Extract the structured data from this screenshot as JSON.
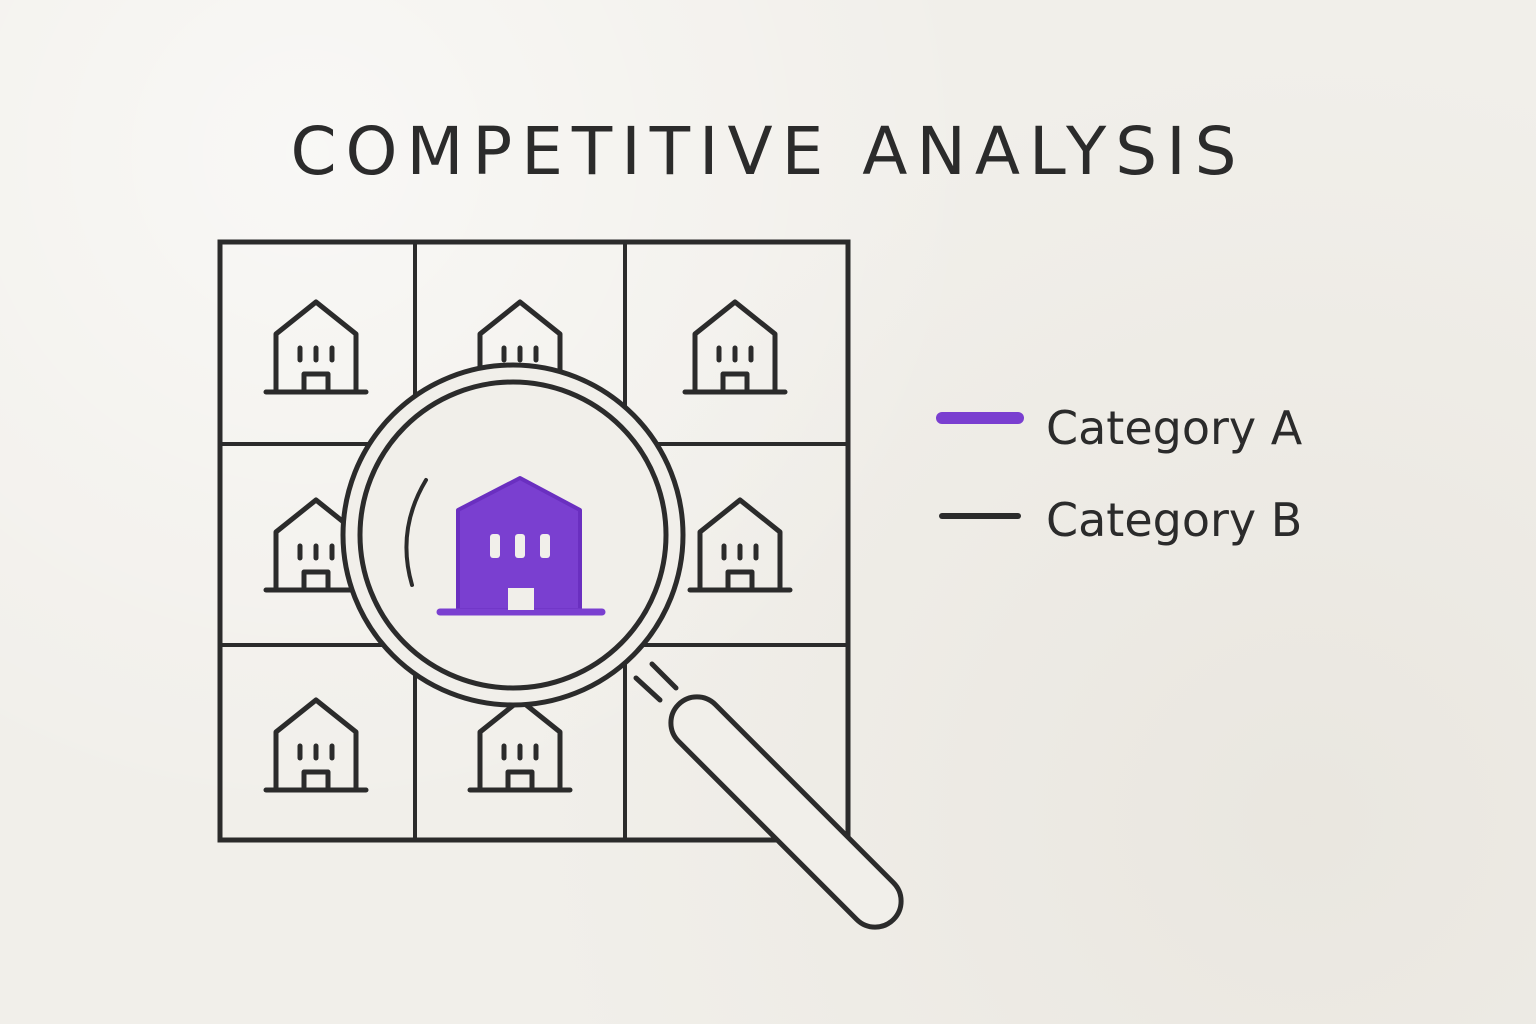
{
  "title": "COMPETITIVE ANALYSIS",
  "colors": {
    "ink": "#2b2b2b",
    "highlight": "#7a3fd0",
    "paper": "#f1efea"
  },
  "grid": {
    "rows": 3,
    "cols": 3,
    "highlighted_cell": "center",
    "cell_icon": "building-icon"
  },
  "magnifier": {
    "icon": "magnifying-glass-icon",
    "focus": "highlighted-building-icon"
  },
  "legend": {
    "items": [
      {
        "label": "Category A",
        "color": "#7a3fd0"
      },
      {
        "label": "Category B",
        "color": "#2b2b2b"
      }
    ]
  }
}
